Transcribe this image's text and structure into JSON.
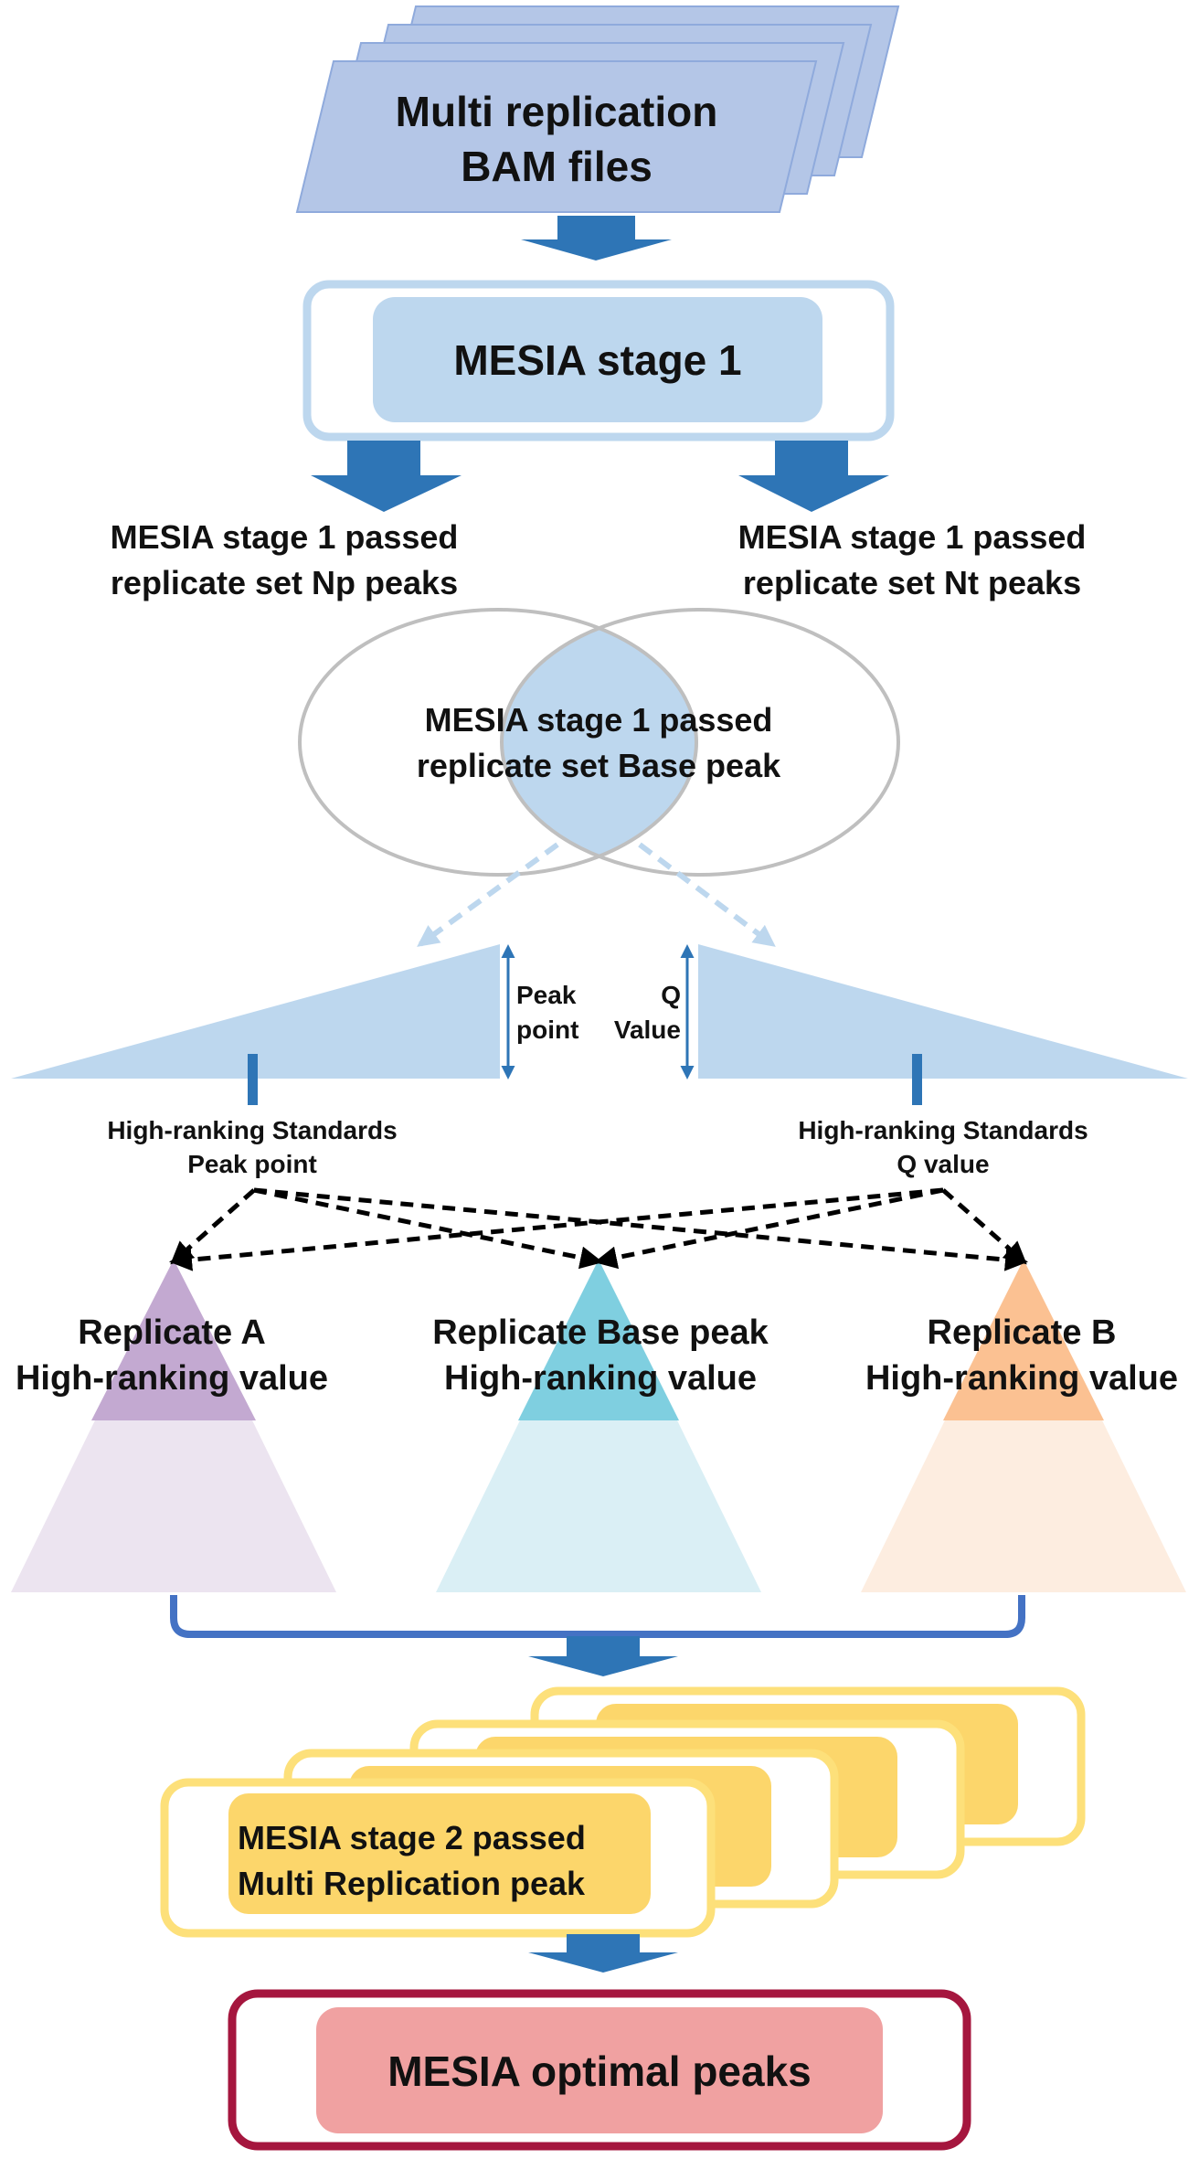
{
  "colors": {
    "arrow_blue": "#2E75B6",
    "light_blue": "#B4C6E7",
    "stage1_fill": "#BDD7EE",
    "venn_overlap": "#BDD7EE",
    "tri_blue": "#BDD7EE",
    "purple_top": "#C3A9D1",
    "purple_bottom": "#ECE4F0",
    "cyan_top": "#7FCFE0",
    "cyan_bottom": "#DAEFF5",
    "orange_top": "#FBC192",
    "orange_bottom": "#FDEDE0",
    "yellow": "#FCD66B",
    "yellow_stroke": "#FDE07A",
    "optimal_fill": "#F0A1A1",
    "optimal_stroke": "#A5163E",
    "gray_stroke": "#BFBFBF",
    "dashed_blue": "#BDD7EE"
  },
  "input": {
    "line1": "Multi replication",
    "line2": "BAM files"
  },
  "stage1": {
    "label": "MESIA stage 1"
  },
  "np_peaks": {
    "line1": "MESIA stage 1 passed",
    "line2": "replicate set Np peaks"
  },
  "nt_peaks": {
    "line1": "MESIA stage 1 passed",
    "line2": "replicate set Nt peaks"
  },
  "base_peak": {
    "line1": "MESIA stage 1 passed",
    "line2": "replicate set Base peak"
  },
  "peak_point": {
    "line1": "Peak",
    "line2": "point"
  },
  "q_value": {
    "line1": "Q",
    "line2": "Value"
  },
  "std_peak": {
    "line1": "High-ranking Standards",
    "line2": "Peak point"
  },
  "std_q": {
    "line1": "High-ranking Standards",
    "line2": "Q value"
  },
  "rep_a": {
    "line1": "Replicate A",
    "line2": "High-ranking value"
  },
  "rep_base": {
    "line1": "Replicate Base peak",
    "line2": "High-ranking value"
  },
  "rep_b": {
    "line1": "Replicate B",
    "line2": "High-ranking value"
  },
  "stage2": {
    "line1": "MESIA stage 2 passed",
    "line2": "Multi Replication peak"
  },
  "optimal": {
    "label": "MESIA optimal peaks"
  }
}
